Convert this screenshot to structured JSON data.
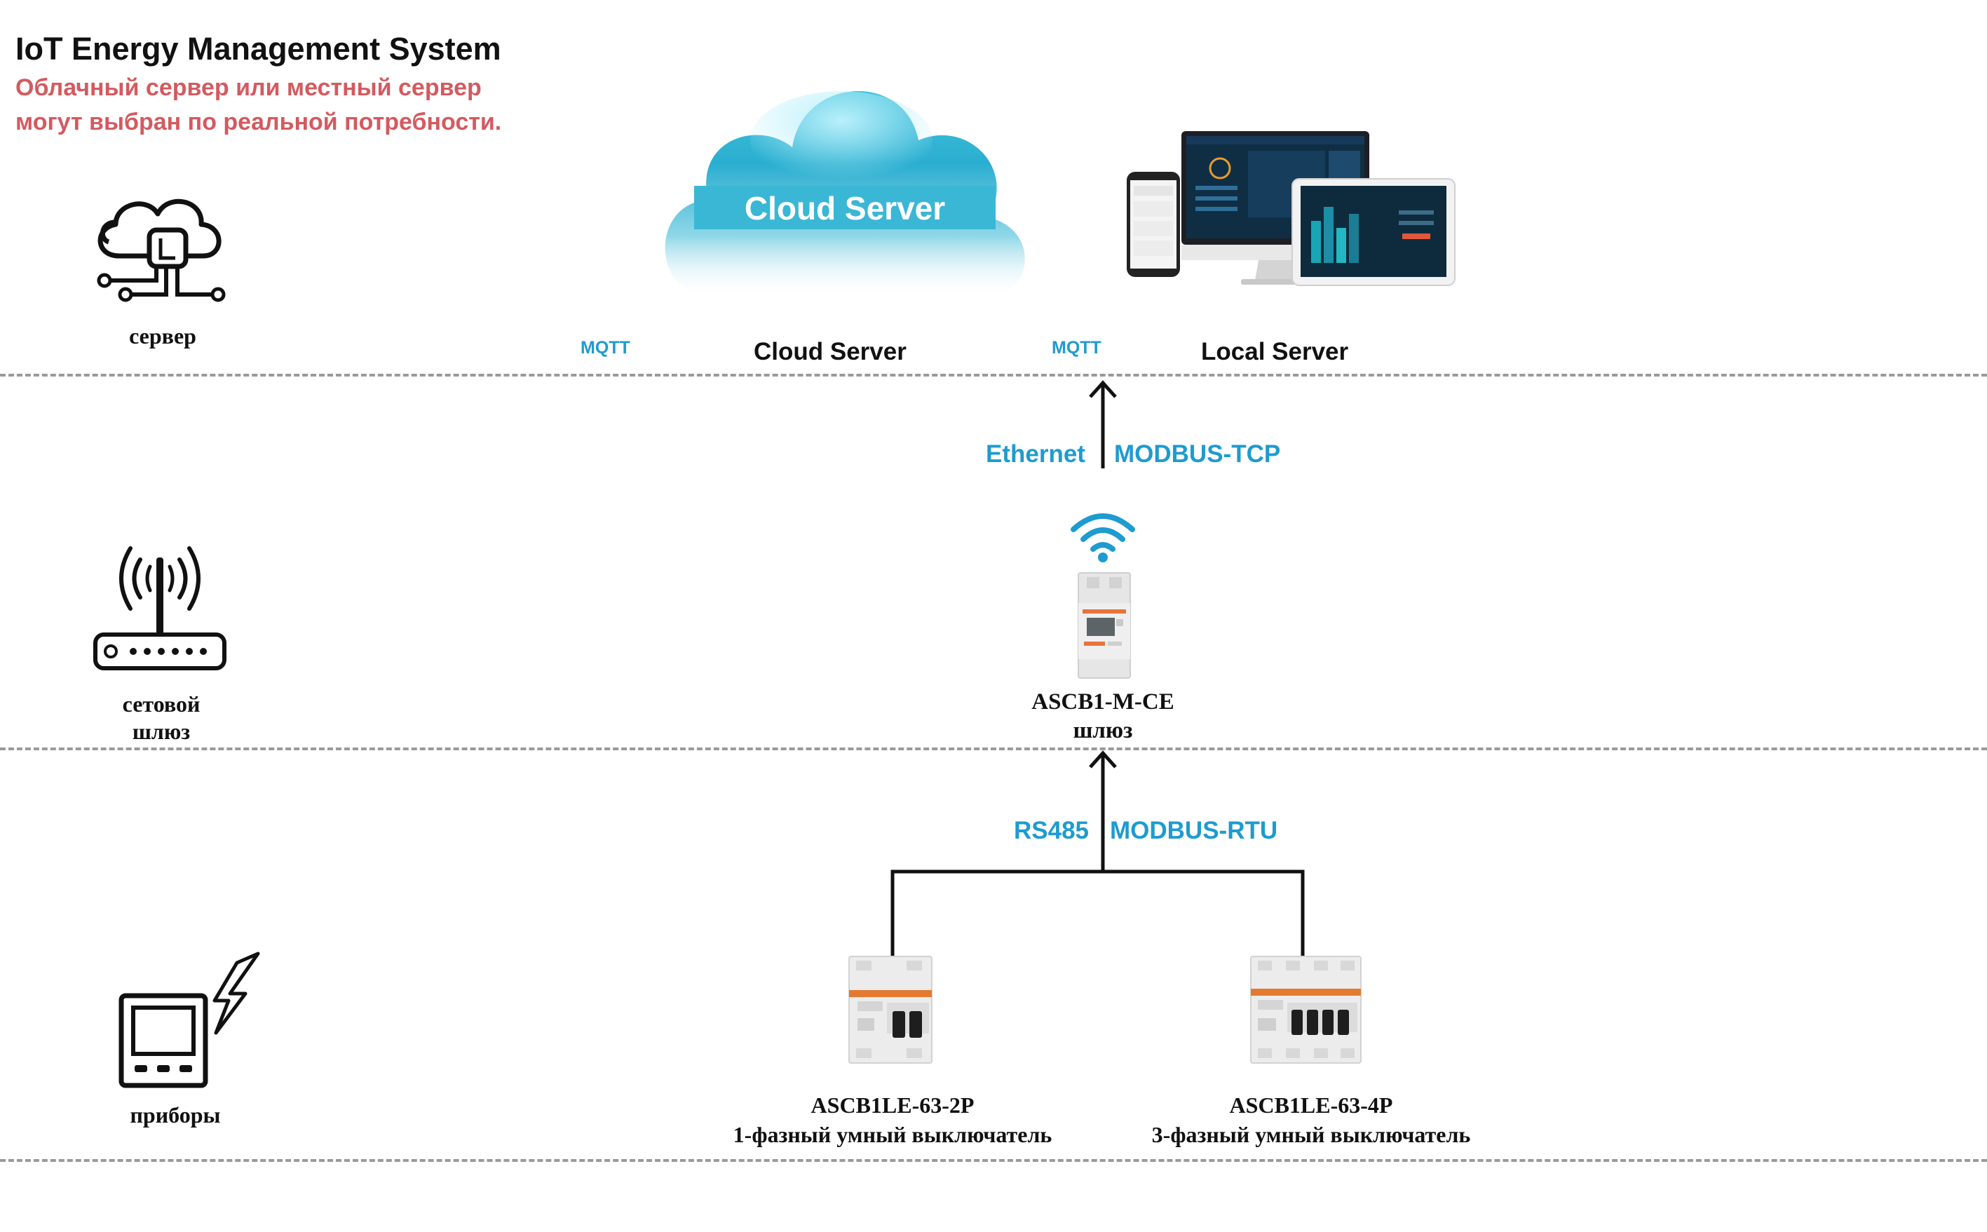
{
  "header": {
    "title": "IoT Energy Management System",
    "subtitle_line1": "Облачный сервер или местный сервер",
    "subtitle_line2": "могут выбран по реальной потребности."
  },
  "tiers": {
    "server": "сервер",
    "gateway_line1": "сетовой",
    "gateway_line2": "шлюз",
    "devices": "приборы"
  },
  "cloud": {
    "inner_label": "Cloud Server",
    "caption": "Cloud Server",
    "protocol": "MQTT"
  },
  "local": {
    "caption": "Local Server",
    "protocol": "MQTT"
  },
  "uplink": {
    "medium": "Ethernet",
    "protocol": "MODBUS-TCP"
  },
  "gateway": {
    "model": "ASCB1-M-CE",
    "role": "шлюз"
  },
  "downlink": {
    "medium": "RS485",
    "protocol": "MODBUS-RTU"
  },
  "breakers": [
    {
      "model": "ASCB1LE-63-2P",
      "desc": "1-фазный умный выключатель"
    },
    {
      "model": "ASCB1LE-63-4P",
      "desc": "3-фазный умный выключатель"
    }
  ],
  "colors": {
    "title": "#111111",
    "subtitle": "#d45a5f",
    "protocol": "#1e9bd0",
    "divider": "#9a9a9a"
  }
}
